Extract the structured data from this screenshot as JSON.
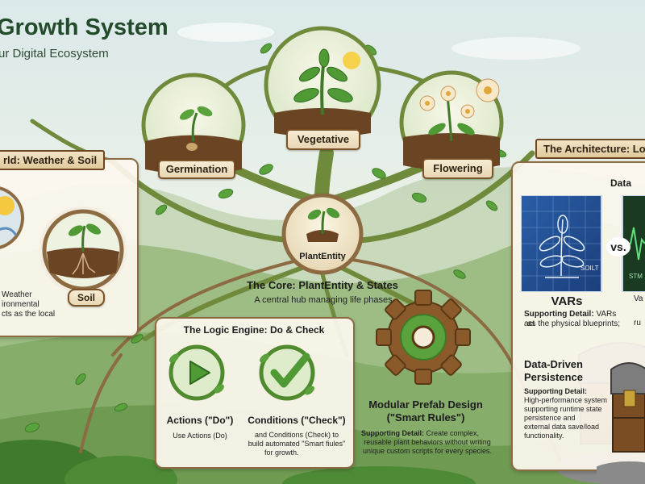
{
  "header": {
    "title": "Growth System",
    "subtitle": "ur Digital Ecosystem"
  },
  "stages": [
    {
      "label": "Germination"
    },
    {
      "label": "Vegetative"
    },
    {
      "label": "Flowering"
    }
  ],
  "core": {
    "hub_label": "PlantEntity",
    "heading": "The Core: PlantEntity & States",
    "description": "A central hub managing life phases"
  },
  "world_panel": {
    "banner": "rld: Weather & Soil",
    "soil_label": "Soil",
    "text_lines": [
      "Weather",
      "ironmental",
      "cts as the local"
    ]
  },
  "logic_panel": {
    "heading": "The Logic Engine: Do & Check",
    "actions_title": "Actions (\"Do\")",
    "actions_desc": "Use Actions (Do)",
    "conditions_title": "Conditions (\"Check\")",
    "conditions_desc": [
      "and Conditions (Check) to",
      "build automated \"Smart fiules\"",
      "for growth."
    ]
  },
  "prefab": {
    "heading_line1": "Modular Prefab Design",
    "heading_line2": "(\"Smart Rules\")",
    "detail_label": "Supporting Detail:",
    "detail_text": [
      "Create complex,",
      "reusable plant behaviors without writing",
      "unique custom scripts for every species."
    ]
  },
  "architecture": {
    "banner": "The Architecture: Lo",
    "data_title": "Data",
    "vars_label": "VARs",
    "vs_label": "vs.",
    "right_fragment": "Va",
    "right_fragment2": "ru",
    "blueprint_text": "SOILT",
    "screen_text": "STM",
    "vars_detail_label": "Supporting Detail:",
    "vars_detail_text": "VARs act",
    "vars_detail_line2": "as the physical blueprints;",
    "persistence_title_1": "Data-Driven",
    "persistence_title_2": "Persistence",
    "persistence_detail_label": "Supporting Detail:",
    "persistence_lines": [
      "High-performance system",
      "supporting runtime state",
      "persistence and",
      "external data save/load",
      "functionality."
    ]
  },
  "colors": {
    "sky_top": "#cfe3e8",
    "hill_green": "#8fb57a",
    "branch_green": "#6f8f3e",
    "wood_brown": "#8c6a42",
    "leaf_green": "#4f9a35",
    "panel_bg": "#fbf7ec"
  },
  "icons": [
    "play-icon",
    "checkmark-icon",
    "gear-icon",
    "sun-icon",
    "sprout-icon",
    "flower-icon",
    "chest-icon"
  ]
}
